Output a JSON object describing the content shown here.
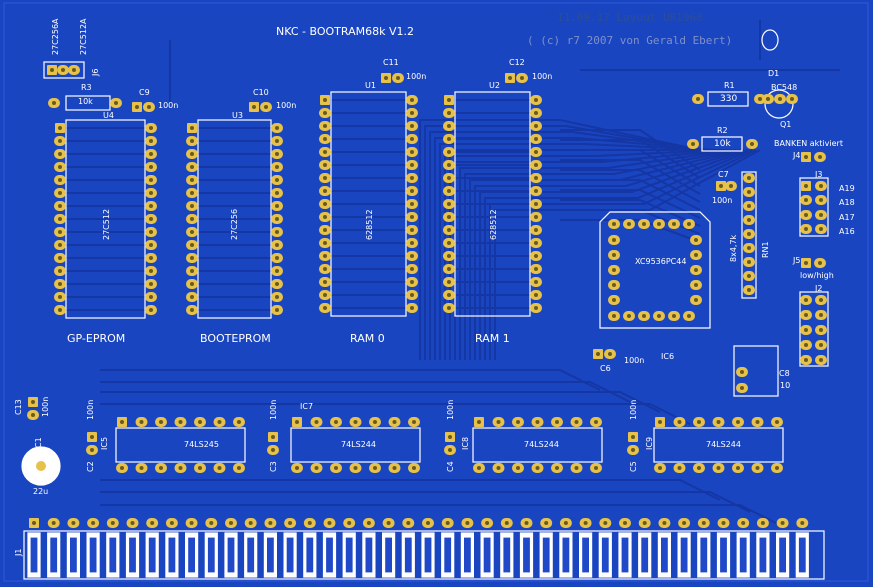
{
  "board": {
    "title": "NKC - BOOTRAM68k V1.2",
    "layout_line": "11.09.17 Layout UR1968",
    "copyright_line": "( (c) r7 2007 von Gerald Ebert)",
    "colors": {
      "background": "#1a45c0",
      "copper": "#e6c24a",
      "silk": "#ffffff",
      "trace": "#1536a5"
    }
  },
  "labels": {
    "jp_27c256a": "27C256A",
    "jp_27c512a": "27C512A",
    "j6": "J6",
    "r3": "R3",
    "r3_val": "10k",
    "c9": "C9",
    "c9_val": "100n",
    "c10": "C10",
    "c10_val": "100n",
    "c11": "C11",
    "c11_val": "100n",
    "c12": "C12",
    "c12_val": "100n",
    "u1": "U1",
    "u2": "U2",
    "u3": "U3",
    "u4": "U4",
    "u4_chip": "27C512",
    "u3_chip": "27C256",
    "u1_chip": "628512",
    "u2_chip": "628512",
    "gp_eprom": "GP-EPROM",
    "bootprom": "BOOTEPROM",
    "ram0": "RAM 0",
    "ram1": "RAM 1",
    "r1": "R1",
    "r1_val": "330",
    "r2": "R2",
    "r2_val": "10k",
    "d1": "D1",
    "q1": "Q1",
    "q1_type": "BC548",
    "c7": "C7",
    "c7_val": "100n",
    "rn1": "RN1",
    "rn1_val": "8x4,7k",
    "ic6_type": "XC9536PC44",
    "ic6": "IC6",
    "c6": "C6",
    "c6_val": "100n",
    "c8": "C8",
    "c8_val": "10",
    "j4": "J4",
    "banken": "BANKEN aktiviert",
    "j3": "J3",
    "a19": "A19",
    "a18": "A18",
    "a17": "A17",
    "a16": "A16",
    "j5": "J5",
    "lowhigh": "low/high",
    "j2": "J2",
    "c13": "C13",
    "c13_val": "100n",
    "c1": "C1",
    "c1_val": "22u",
    "ic5": "IC5",
    "ic5_chip": "74LS245",
    "c2": "C2",
    "c2_val": "100n",
    "ic7": "IC7",
    "ic7_chip": "74LS244",
    "c3": "C3",
    "c3_val": "100n",
    "ic8": "IC8",
    "ic8_chip": "74LS244",
    "c4": "C4",
    "c4_val": "100n",
    "ic9": "IC9",
    "ic9_chip": "74LS244",
    "c5": "C5",
    "c5_val": "100n",
    "j1": "J1"
  }
}
